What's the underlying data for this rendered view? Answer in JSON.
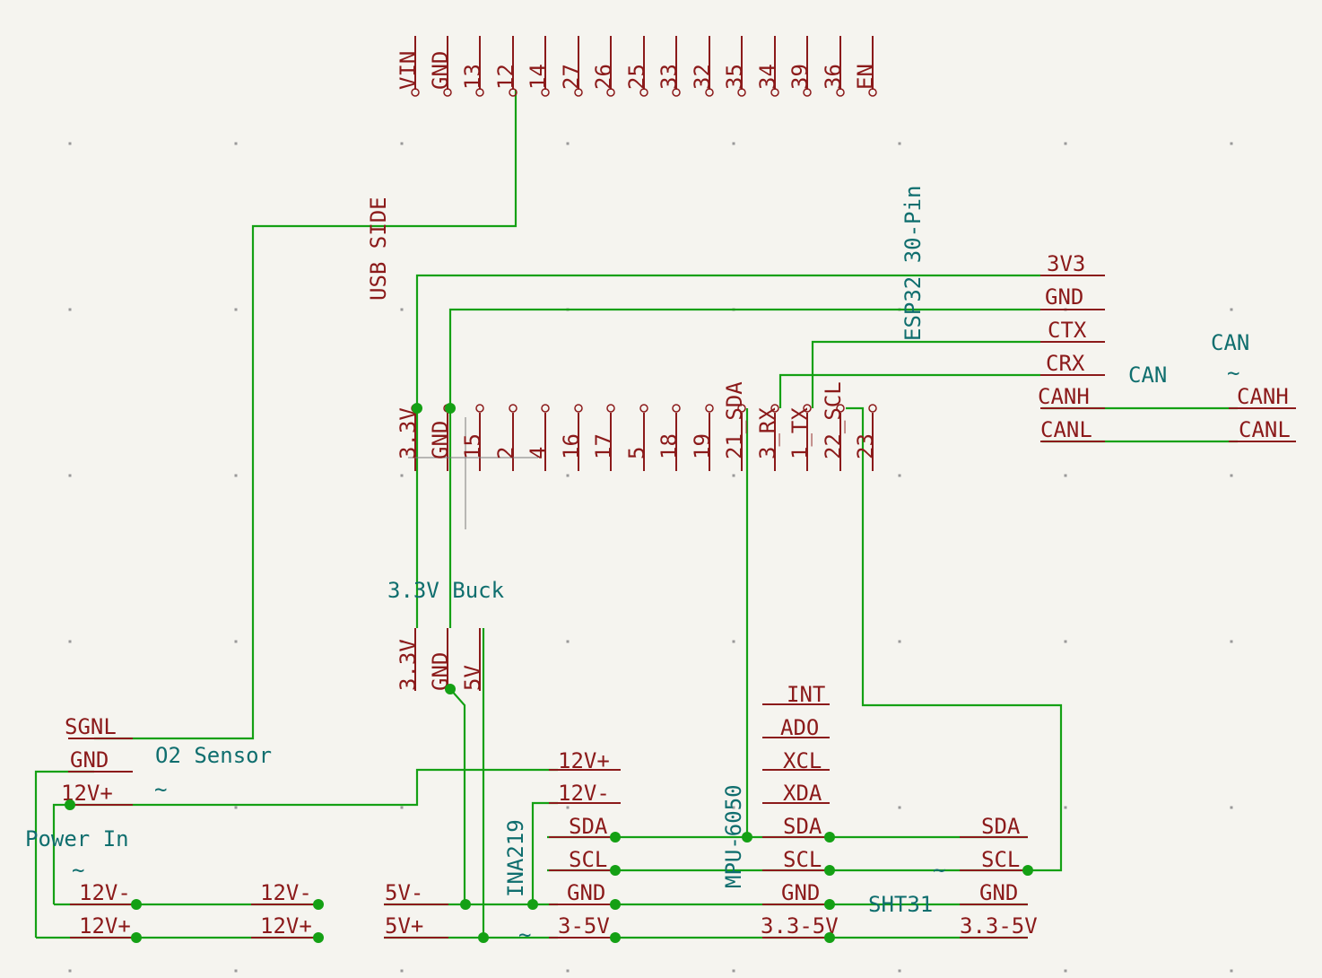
{
  "esp32": {
    "name": "ESP32 30-Pin",
    "usb_side": "USB SIDE",
    "top_pins": [
      "VIN",
      "GND",
      "13",
      "12",
      "14",
      "27",
      "26",
      "25",
      "33",
      "32",
      "35",
      "34",
      "39",
      "36",
      "EN"
    ],
    "bottom_pins": [
      "3.3V",
      "GND",
      "15",
      "2",
      "4",
      "16",
      "17",
      "5",
      "18",
      "19",
      "21_SDA",
      "3_RX",
      "1_TX",
      "22_SCL",
      "23"
    ]
  },
  "can_module": {
    "name": "CAN",
    "pins": [
      "3V3",
      "GND",
      "CTX",
      "CRX",
      "CANH",
      "CANL"
    ]
  },
  "can_connector": {
    "name": "CAN",
    "value": "~",
    "pins": [
      "CANH",
      "CANL"
    ]
  },
  "buck": {
    "name": "3.3V Buck",
    "pins": [
      "3.3V",
      "GND",
      "5V"
    ]
  },
  "o2_sensor": {
    "name": "O2 Sensor",
    "value": "~",
    "pins": [
      "SGNL",
      "GND",
      "12V+"
    ]
  },
  "power_in": {
    "name": "Power In",
    "value": "~",
    "left_pins": [
      "12V-",
      "12V+"
    ],
    "right_pins": [
      "12V-",
      "12V+"
    ]
  },
  "five_v": {
    "pins": [
      "5V-",
      "5V+"
    ],
    "value": "~"
  },
  "ina219": {
    "name": "INA219",
    "pins": [
      "12V+",
      "12V-",
      "SDA",
      "SCL",
      "GND",
      "3-5V"
    ]
  },
  "mpu6050": {
    "name": "MPU-6050",
    "pins": [
      "INT",
      "ADO",
      "XCL",
      "XDA",
      "SDA",
      "SCL",
      "GND",
      "3.3-5V"
    ]
  },
  "sht31": {
    "name": "SHT31",
    "value": "~",
    "pins": [
      "SDA",
      "SCL",
      "GND",
      "3.3-5V"
    ]
  }
}
